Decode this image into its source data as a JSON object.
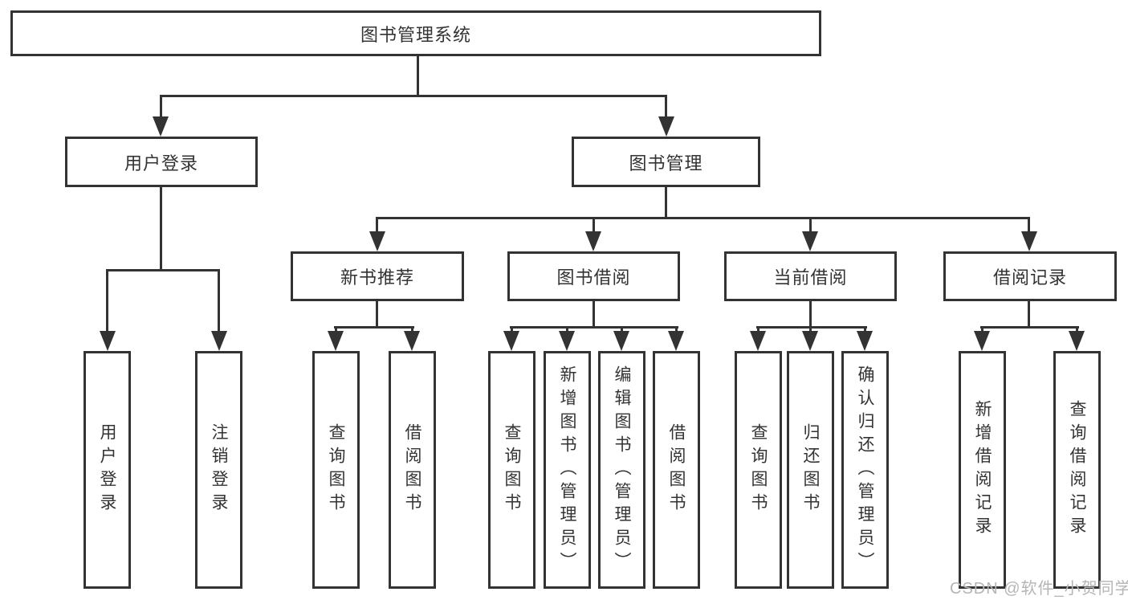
{
  "tree": {
    "root": {
      "label": "图书管理系统"
    },
    "children": [
      {
        "label": "用户登录",
        "children": [
          {
            "label": "用户登录"
          },
          {
            "label": "注销登录"
          }
        ]
      },
      {
        "label": "图书管理",
        "children": [
          {
            "label": "新书推荐",
            "children": [
              {
                "label": "查询图书"
              },
              {
                "label": "借阅图书"
              }
            ]
          },
          {
            "label": "图书借阅",
            "children": [
              {
                "label": "查询图书"
              },
              {
                "label": "新增图书（管理员）"
              },
              {
                "label": "编辑图书（管理员）"
              },
              {
                "label": "借阅图书"
              }
            ]
          },
          {
            "label": "当前借阅",
            "children": [
              {
                "label": "查询图书"
              },
              {
                "label": "归还图书"
              },
              {
                "label": "确认归还（管理员）"
              }
            ]
          },
          {
            "label": "借阅记录",
            "children": [
              {
                "label": "新增借阅记录"
              },
              {
                "label": "查询借阅记录"
              }
            ]
          }
        ]
      }
    ]
  },
  "watermark": {
    "text": "CSDN @软件_小贺同学"
  },
  "colors": {
    "line": "#333333",
    "text": "#333333",
    "watermark": "#b5b5b5",
    "background": "#ffffff"
  }
}
